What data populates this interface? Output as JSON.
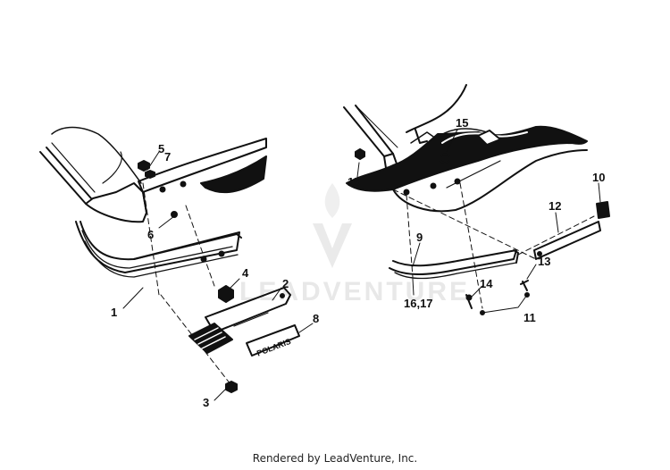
{
  "watermark": {
    "text": "LEADVENTURE"
  },
  "badge": {
    "text": "POLARIS"
  },
  "callouts": {
    "c1": "1",
    "c2": "2",
    "c3": "3",
    "c4": "4",
    "c5": "5",
    "c6": "6",
    "c7": "7",
    "c8": "8",
    "c9": "9",
    "c10": "10",
    "c11": "11",
    "c12": "12",
    "c13": "13",
    "c14": "14",
    "c15a": "15",
    "c15b": "15",
    "c16": "16,17"
  },
  "footer": {
    "text": "Rendered by LeadVenture, Inc."
  },
  "colors": {
    "ink": "#111111",
    "watermark": "#e6e6e6",
    "background": "#ffffff"
  }
}
